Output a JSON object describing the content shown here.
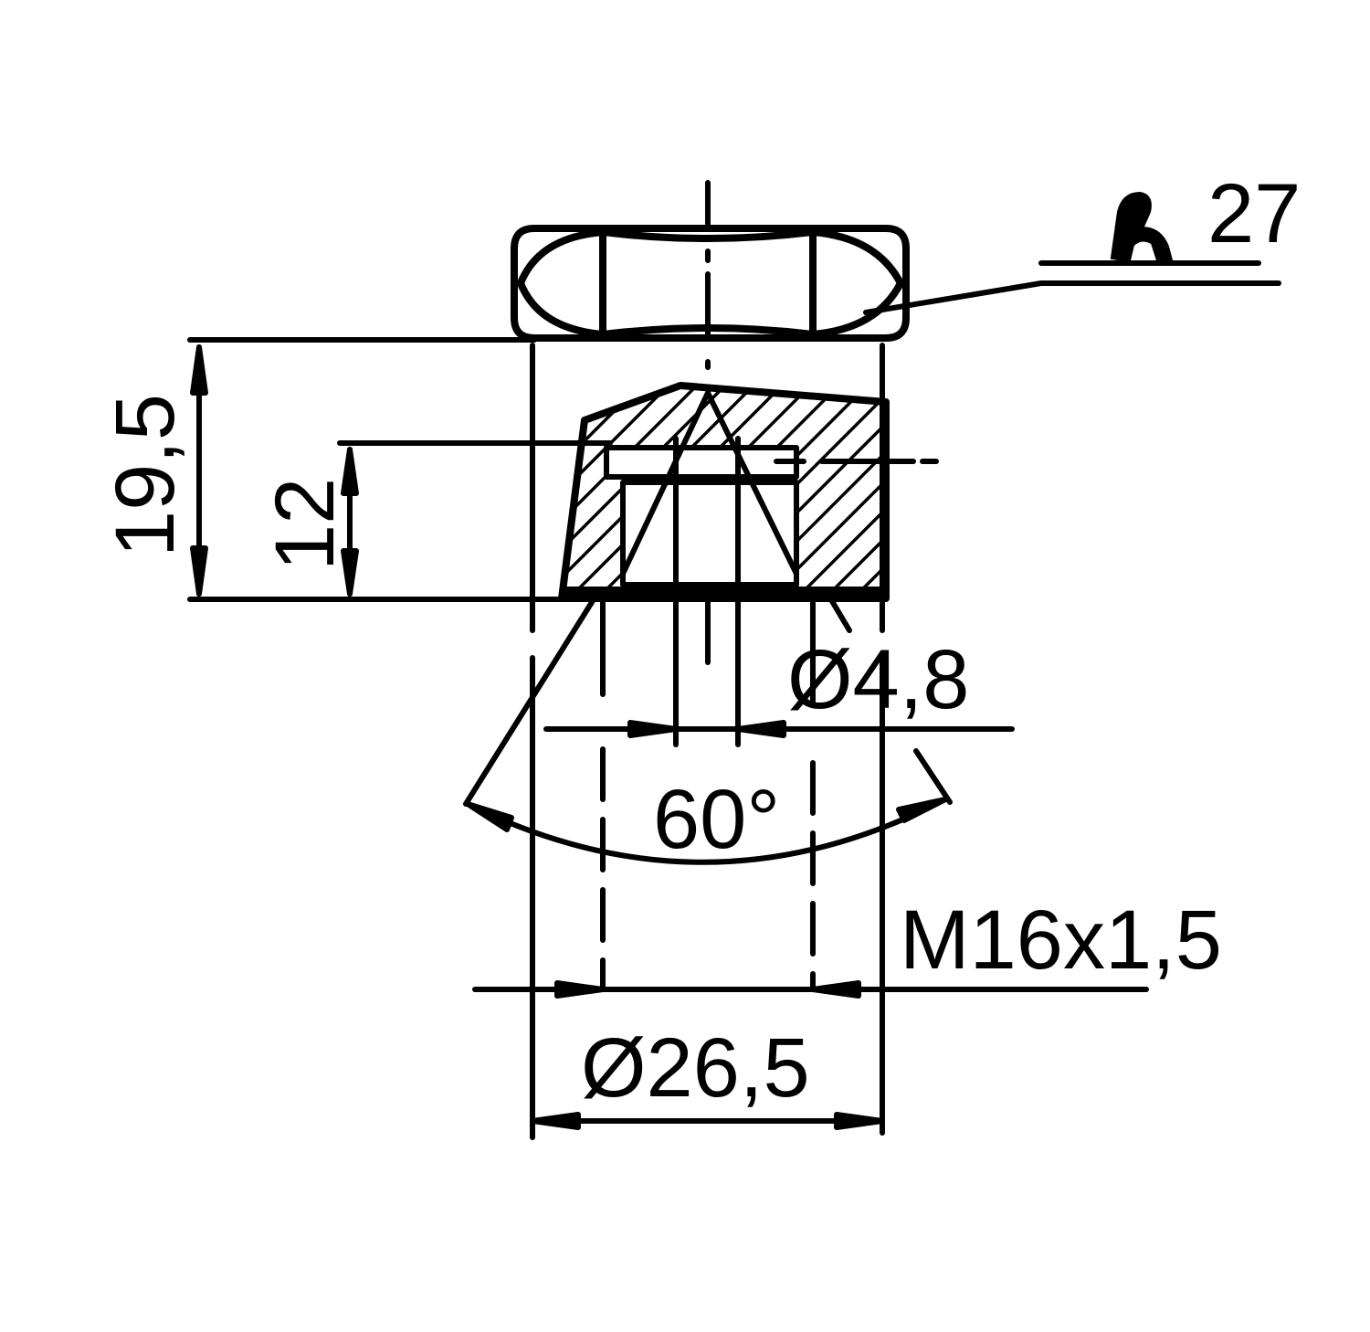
{
  "drawing": {
    "line_color": "#000000",
    "background_color": "#ffffff",
    "dimensions": {
      "wrench_size": "27",
      "height_total": "19,5",
      "height_inner": "12",
      "bore_diameter": "Ø4,8",
      "cone_angle": "60°",
      "thread": "M16x1,5",
      "outer_diameter": "Ø26,5"
    },
    "symbols": {
      "wrench": "wrench-icon"
    }
  }
}
